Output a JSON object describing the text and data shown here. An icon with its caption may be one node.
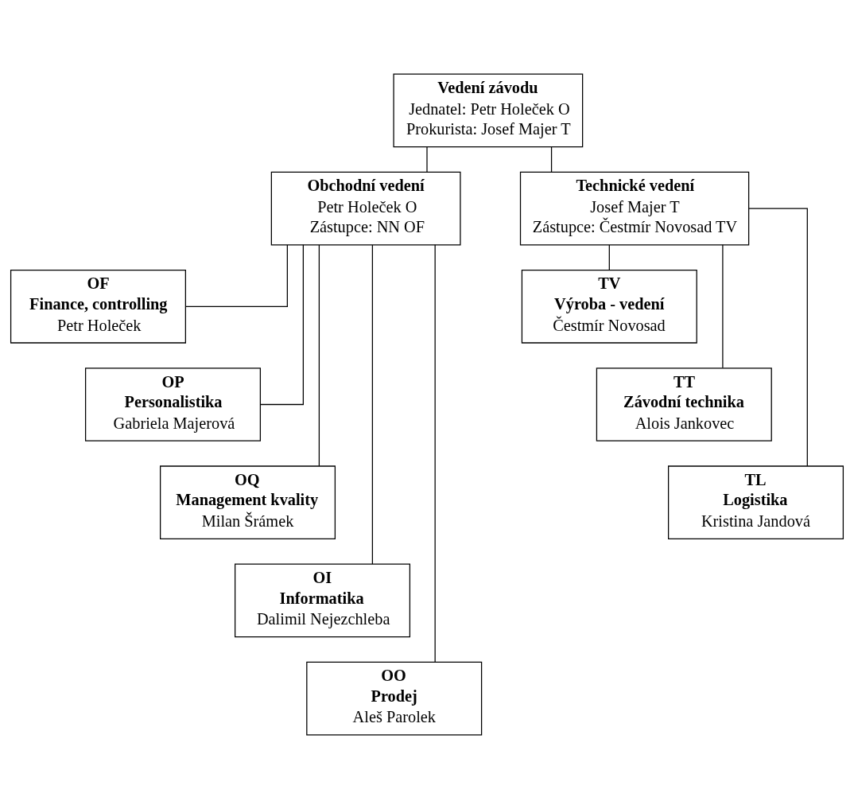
{
  "diagram": {
    "nodes": [
      {
        "text": [
          "Vedení závodu",
          "Jednatel: Petr Holeček O",
          "Prokurista: Josef Majer T"
        ]
      },
      {
        "text": [
          "Obchodní vedení",
          "Petr Holeček O",
          "Zástupce: NN OF"
        ]
      },
      {
        "text": [
          "Technické vedení",
          "Josef Majer T",
          "Zástupce: Čestmír Novosad TV"
        ]
      },
      {
        "text": [
          "OF",
          "Finance, controlling",
          "Petr Holeček"
        ]
      },
      {
        "text": [
          "OP",
          "Personalistika",
          "Gabriela Majerová"
        ]
      },
      {
        "text": [
          "OQ",
          "Management kvality",
          "Milan Šrámek"
        ]
      },
      {
        "text": [
          "OI",
          "Informatika",
          "Dalimil Nejezchleba"
        ]
      },
      {
        "text": [
          "OO",
          "Prodej",
          "Aleš Parolek"
        ]
      },
      {
        "text": [
          "TV",
          "Výroba - vedení",
          "Čestmír Novosad"
        ]
      },
      {
        "text": [
          "TT",
          "Závodní technika",
          "Alois Jankovec"
        ]
      },
      {
        "text": [
          "TL",
          "Logistika",
          "Kristina Jandová"
        ]
      }
    ],
    "edges": [
      {
        "from": 0,
        "to": 1,
        "arrow": "none"
      },
      {
        "from": 0,
        "to": 2,
        "arrow": "none"
      },
      {
        "from": 1,
        "to": 3,
        "arrow": "none"
      },
      {
        "from": 1,
        "to": 4,
        "arrow": "none"
      },
      {
        "from": 1,
        "to": 5,
        "arrow": "none"
      },
      {
        "from": 1,
        "to": 6,
        "arrow": "none"
      },
      {
        "from": 1,
        "to": 7,
        "arrow": "none"
      },
      {
        "from": 2,
        "to": 8,
        "arrow": "none"
      },
      {
        "from": 2,
        "to": 9,
        "arrow": "none"
      },
      {
        "from": 2,
        "to": 10,
        "arrow": "none"
      }
    ]
  }
}
